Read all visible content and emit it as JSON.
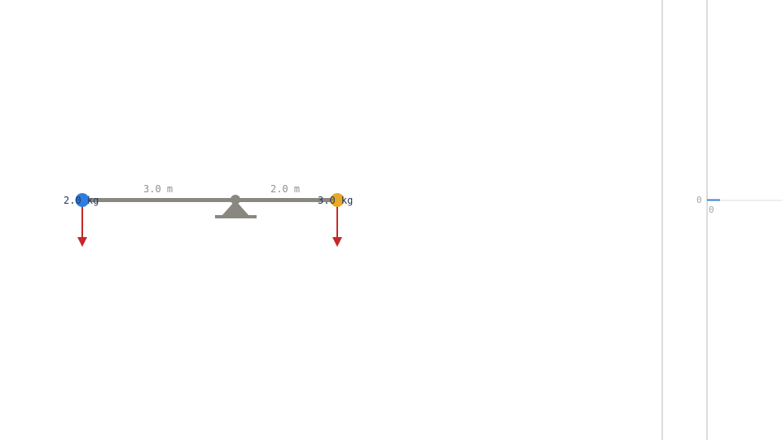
{
  "lever": {
    "left_distance": "3.0 m",
    "right_distance": "2.0 m",
    "left_mass": "2.0 kg",
    "right_mass": "3.0 kg"
  },
  "graph": {
    "y_tick": "0",
    "x_tick": "0"
  },
  "colors": {
    "beam": "#8a8680",
    "left_mass": "#2e7de0",
    "right_mass": "#e8a928",
    "force_arrow": "#c62828",
    "divider": "#dcdcdc",
    "graph_series": "#3b7ddd"
  }
}
